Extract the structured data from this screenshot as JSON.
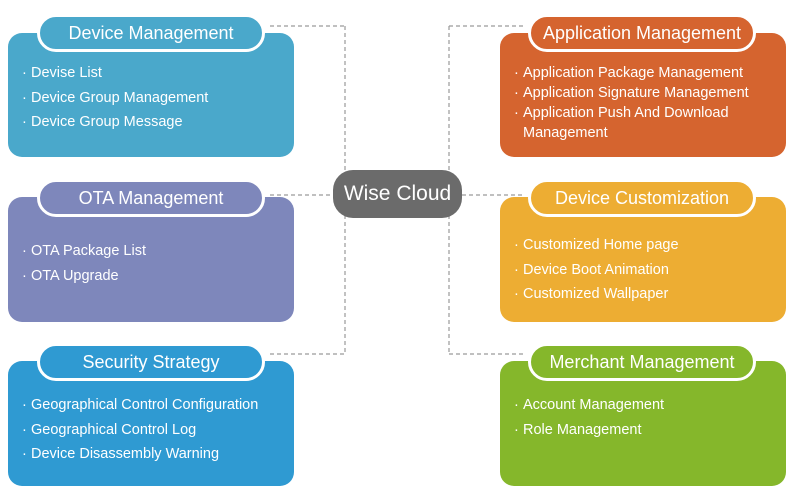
{
  "center": {
    "label": "Wise Cloud",
    "color": "#6b6b6b"
  },
  "categories": [
    {
      "title": "Device Management",
      "color": "#4aa8cb",
      "items": [
        "Devise List",
        "Device Group Management",
        "Device Group Message"
      ]
    },
    {
      "title": "OTA Management",
      "color": "#7e87bb",
      "items": [
        "OTA Package List",
        "OTA Upgrade"
      ]
    },
    {
      "title": "Security Strategy",
      "color": "#2f9ad2",
      "items": [
        "Geographical Control Configuration",
        "Geographical Control Log",
        "Device Disassembly Warning"
      ]
    },
    {
      "title": "Application Management",
      "color": "#d5642f",
      "items": [
        "Application Package Management",
        "Application Signature Management",
        "Application Push And Download Management"
      ]
    },
    {
      "title": "Device Customization",
      "color": "#edad33",
      "items": [
        "Customized Home page",
        "Device Boot Animation",
        "Customized Wallpaper"
      ]
    },
    {
      "title": "Merchant Management",
      "color": "#85b72b",
      "items": [
        "Account Management",
        "Role Management"
      ]
    }
  ]
}
